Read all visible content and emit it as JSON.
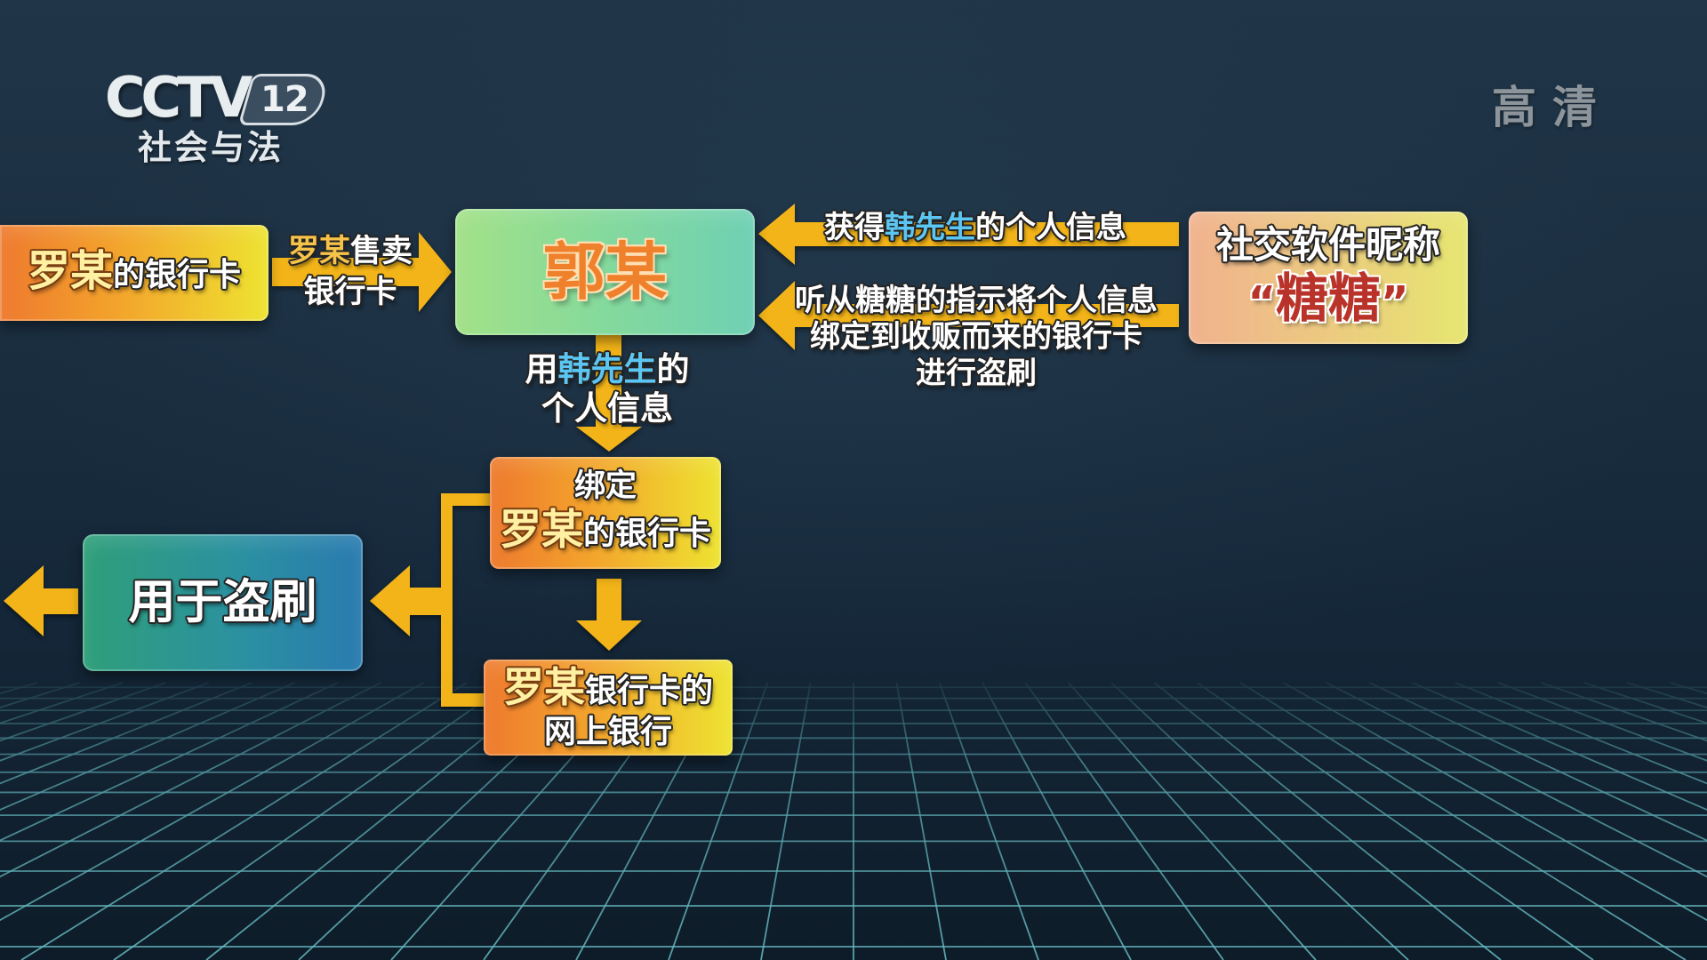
{
  "channel_logo": {
    "brand": "CCTV",
    "channel_number": "12",
    "channel_name": "社会与法"
  },
  "hd_badge": "高清",
  "diagram": {
    "nodes": {
      "luo_bank_card": {
        "name": "罗某",
        "text": "的银行卡"
      },
      "guo": {
        "name": "郭某"
      },
      "tangtang": {
        "label": "社交软件昵称",
        "quote_open": "“",
        "nickname": "糖糖",
        "quote_close": "”"
      },
      "bind_card": {
        "action": "绑定",
        "name": "罗某",
        "text": "的银行卡"
      },
      "online_banking": {
        "name": "罗某",
        "text": "银行卡的",
        "line2": "网上银行"
      },
      "theft_use": {
        "text": "用于盗刷"
      }
    },
    "edges": {
      "sell_card": {
        "name": "罗某",
        "text": "售卖",
        "line2": "银行卡"
      },
      "obtain_info": {
        "pre": "获得",
        "name": "韩先生",
        "post": "的个人信息"
      },
      "follow_instructions": {
        "lines": [
          "听从糖糖的指示将个人信息",
          "绑定到收贩而来的银行卡",
          "进行盗刷"
        ]
      },
      "use_info": {
        "pre": "用",
        "name": "韩先生",
        "post": "的",
        "line2": "个人信息"
      }
    }
  },
  "colors": {
    "arrow": "#f2b418",
    "victim_name": "#5cc6f2",
    "seller_name_label": "#f6c34a",
    "card_owner_name": "#fff0a2",
    "suspect_name": "#f0812c",
    "nickname": "#b9332a"
  }
}
